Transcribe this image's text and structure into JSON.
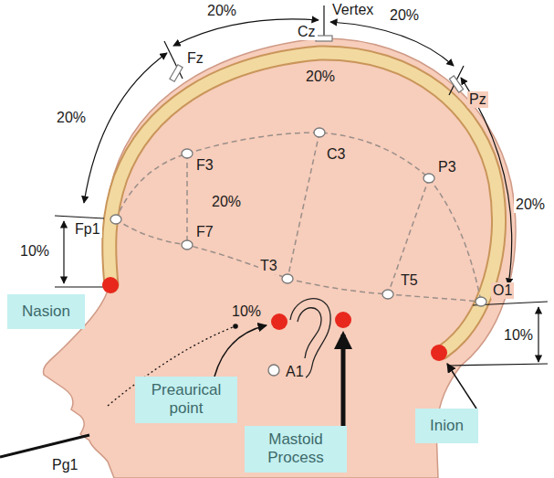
{
  "diagram": {
    "nodes": [
      {
        "text": [
          "Nasion"
        ]
      },
      {
        "text": [
          "Preaurical point"
        ]
      },
      {
        "text": [
          "Inion"
        ]
      },
      {
        "text": [
          "Mastoid Process"
        ]
      }
    ],
    "labels": [
      "20%",
      "Vertex",
      "20%",
      "20%",
      "Fz",
      "Cz",
      "20%",
      "Pz",
      "20%",
      "Fp1",
      "F3",
      "C3",
      "P3",
      "F7",
      "20%",
      "10%",
      "T3",
      "T5",
      "O1",
      "10%",
      "A1",
      "10%",
      "Pg1"
    ]
  }
}
